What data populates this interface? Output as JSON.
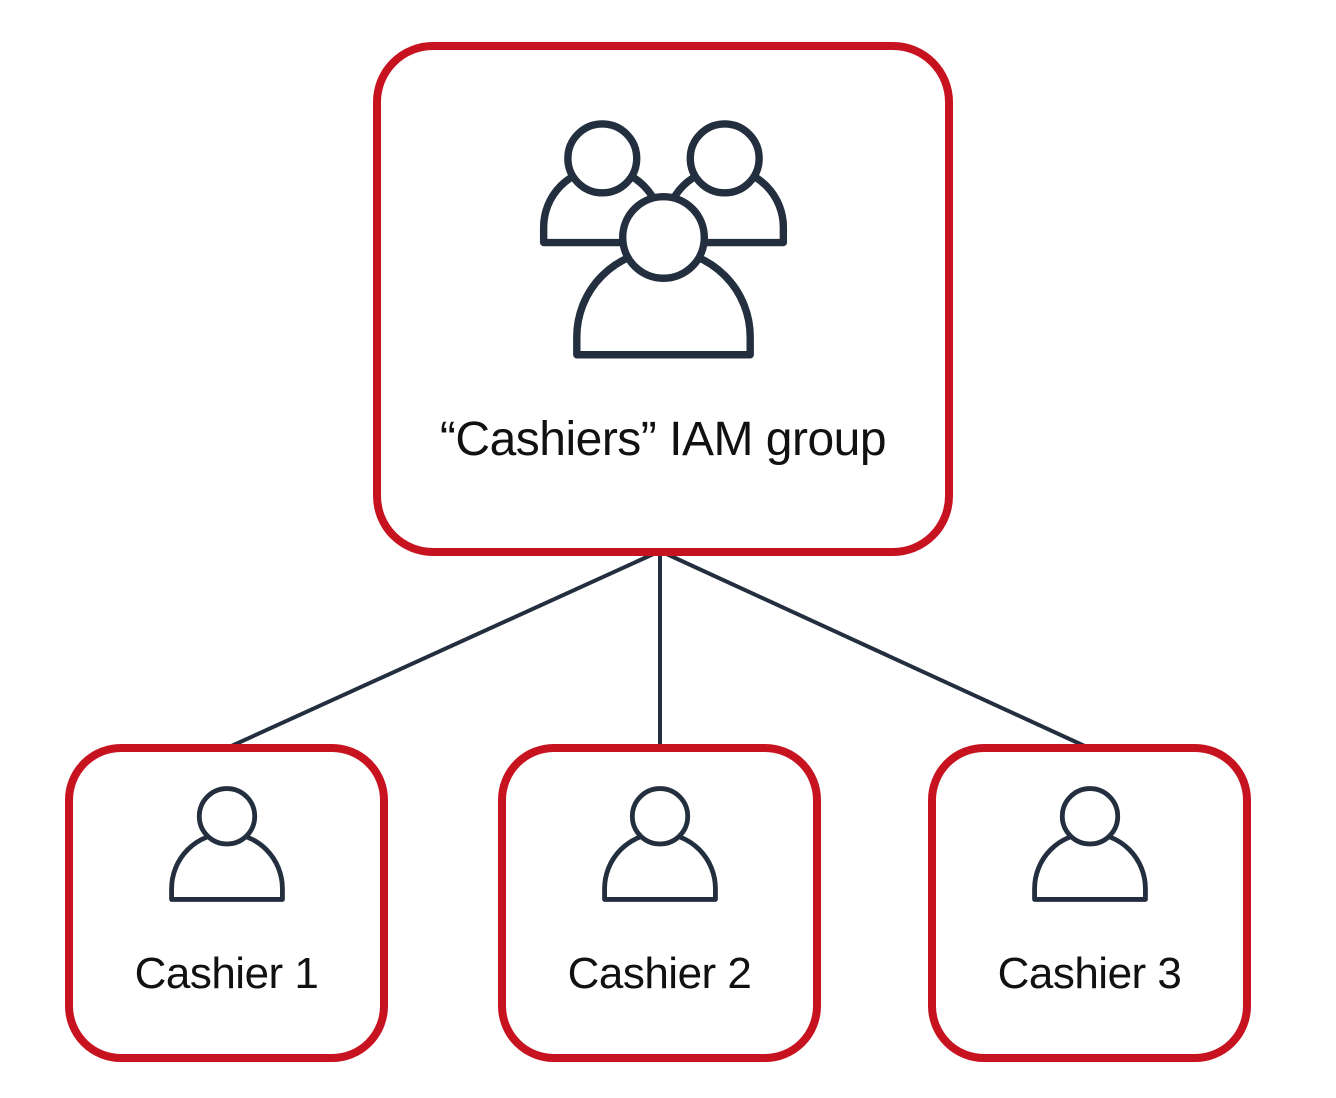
{
  "diagram": {
    "background": "#FFFFFF",
    "colors": {
      "box_border": "#C7131F",
      "icon_stroke": "#232F3E",
      "connector_line": "#232F3E",
      "label_text": "#111111"
    },
    "group_box": {
      "label": "“Cashiers” IAM group",
      "icon": "users-group-icon"
    },
    "user_boxes": [
      {
        "label": "Cashier 1",
        "icon": "user-icon"
      },
      {
        "label": "Cashier 2",
        "icon": "user-icon"
      },
      {
        "label": "Cashier 3",
        "icon": "user-icon"
      }
    ],
    "connectors": [
      {
        "from": "“Cashiers” IAM group",
        "to": "Cashier 1"
      },
      {
        "from": "“Cashiers” IAM group",
        "to": "Cashier 2"
      },
      {
        "from": "“Cashiers” IAM group",
        "to": "Cashier 3"
      }
    ]
  }
}
